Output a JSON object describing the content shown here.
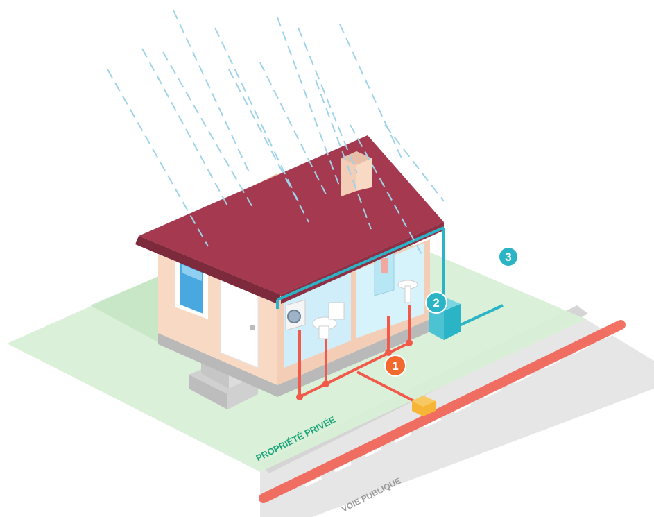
{
  "labels": {
    "private_property": "PROPRIÉTÉ PRIVÉE",
    "public_road": "VOIE PUBLIQUE"
  },
  "markers": [
    {
      "id": "marker-1",
      "text": "1",
      "color": "#f26a2e"
    },
    {
      "id": "marker-2",
      "text": "2",
      "color": "#2ab4c6"
    },
    {
      "id": "marker-3",
      "text": "3",
      "color": "#2ab4c6"
    }
  ],
  "colors": {
    "roof": "#a5394f",
    "roof_dark": "#7e2a3d",
    "wall": "#f8d9c4",
    "wall_shadow": "#e7bfa8",
    "lawn": "#d8eed5",
    "road": "#e6e6e6",
    "wastewater_pipe": "#f15a4a",
    "rainwater_pipe": "#2ab4c6",
    "label_private": "#1aa37a",
    "label_public": "#9a9a9a"
  }
}
